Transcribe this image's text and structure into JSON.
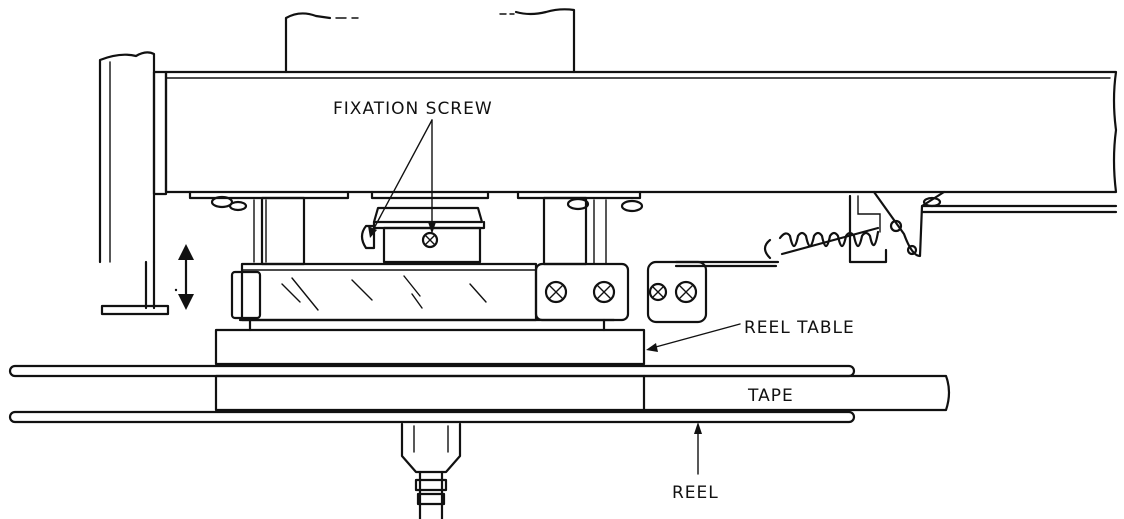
{
  "labels": {
    "fixation_screw": "FIXATION SCREW",
    "reel_table": "REEL TABLE",
    "tape": "TAPE",
    "reel": "REEL"
  },
  "colors": {
    "ink": "#111111",
    "paper": "#ffffff"
  },
  "icons": {
    "adjust_arrow": "double-headed-vertical-arrow-icon",
    "screw": "cross-head-screw-icon"
  }
}
